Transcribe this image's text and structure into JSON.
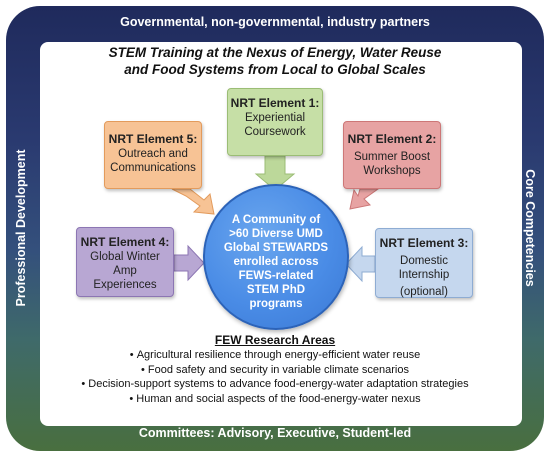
{
  "frame": {
    "top": "Governmental, non-governmental, industry partners",
    "left": "Professional Development",
    "right": "Core Competencies",
    "bottom": "Committees: Advisory, Executive, Student-led"
  },
  "title": {
    "line1": "STEM Training at the Nexus of Energy, Water Reuse",
    "line2": "and Food Systems from Local to Global Scales"
  },
  "elements": [
    {
      "head": "NRT Element 1:",
      "lines": [
        "Experiential",
        "Coursework"
      ],
      "color": "#c6dfa6"
    },
    {
      "head": "NRT Element 2:",
      "lines": [
        "Summer Boost",
        "Workshops"
      ],
      "color": "#e7a3a3"
    },
    {
      "head": "NRT Element 3:",
      "lines": [
        "Domestic",
        "Internship",
        "(optional)"
      ],
      "color": "#c5d7ee"
    },
    {
      "head": "NRT Element 4:",
      "lines": [
        "Global Winter",
        "Amp",
        "Experiences"
      ],
      "color": "#b8a7d3"
    },
    {
      "head": "NRT Element 5:",
      "lines": [
        "Outreach and",
        "Communications"
      ],
      "color": "#f7c395"
    }
  ],
  "center": {
    "lines": [
      "A Community of",
      ">60 Diverse UMD",
      "Global STEWARDS",
      "enrolled across",
      "FEWS-related",
      "STEM PhD",
      "programs"
    ],
    "color": "#4a8ce6"
  },
  "research": {
    "title": "FEW Research Areas",
    "items": [
      "Agricultural resilience through energy-efficient water reuse",
      "Food safety and security in variable climate scenarios",
      "Decision-support systems to advance food-energy-water adaptation strategies",
      "Human and social aspects of the food-energy-water nexus"
    ]
  }
}
